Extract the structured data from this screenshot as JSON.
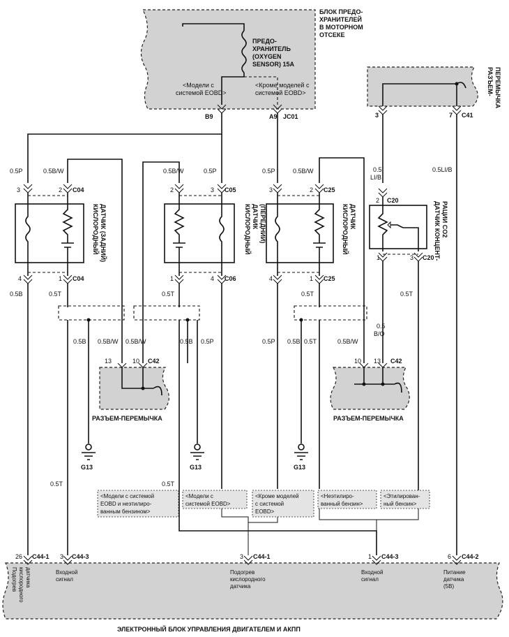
{
  "fuse_block": {
    "title": [
      "БЛОК ПРЕДО-",
      "ХРАНИТЕЛЕЙ",
      "В МОТОРНОМ",
      "ОТСЕКЕ"
    ],
    "fuse_label": [
      "ПРЕДО-",
      "ХРАНИТЕЛЬ",
      "(OXYGEN",
      "SENSOR) 15A"
    ],
    "variant_left": [
      "<Модели с",
      "системой EOBD>"
    ],
    "variant_right": [
      "<Кроме моделей с",
      "системой EOBD>"
    ],
    "pin_left": "B9",
    "pin_right": "A9",
    "connector_right": "JC01"
  },
  "joint_top": {
    "title": [
      "РАЗЪЕМ-",
      "ПЕРЕМЫЧКА"
    ],
    "pin_left": "3",
    "pin_right": "7",
    "connector": "C41"
  },
  "sensors": [
    {
      "name": [
        "КИСЛОРОДНЫЙ",
        "ДАТЧИК (ЗАДНИЙ)"
      ],
      "top_connector": "C04",
      "bottom_connector": "C04",
      "top_pins": [
        "3",
        "2"
      ],
      "bottom_pins": [
        "4",
        "1"
      ],
      "top_wires": [
        "0.5P",
        "0.5B/W"
      ],
      "bottom_wires": [
        "0.5B",
        "0.5T"
      ]
    },
    {
      "name": [
        "КИСЛОРОДНЫЙ",
        "ДАТЧИК",
        "(ПЕРЕДНИЙ)"
      ],
      "top_connector": "C05",
      "bottom_connector": "C06",
      "top_pins": [
        "2",
        "3"
      ],
      "bottom_pins": [
        "1",
        "4"
      ],
      "top_wires": [
        "0.5B/W",
        "0.5P"
      ],
      "bottom_wires": [
        "0.5T",
        ""
      ]
    },
    {
      "name": [
        "КИСЛОРОДНЫЙ",
        "ДАТЧИК"
      ],
      "top_connector": "C25",
      "bottom_connector": "C25",
      "top_pins": [
        "3",
        "2"
      ],
      "bottom_pins": [
        "4",
        "1"
      ],
      "top_wires": [
        "0.5P",
        "0.5B/W"
      ],
      "bottom_wires": [
        "",
        "0.5T"
      ]
    },
    {
      "name": [
        "ДАТЧИК КОНЦЕНТ-",
        "РАЦИИ CO2"
      ],
      "top_connector": "C20",
      "bottom_connector": "C20",
      "top_pins": [
        "2"
      ],
      "bottom_pins": [
        "1",
        "3"
      ],
      "top_wires": [
        "0.5",
        "LI/B"
      ],
      "bottom_wires": [
        "0.5T"
      ]
    }
  ],
  "right_wire": "0.5LI/B",
  "joint_left": {
    "title": "РАЗЪЕМ-ПЕРЕМЫЧКА",
    "pins": [
      "13",
      "10"
    ],
    "connector": "C42",
    "wires": [
      "0.5B",
      "0.5B/W",
      "0.5B/W",
      "0.5B",
      "0.5P"
    ]
  },
  "joint_right": {
    "title": "РАЗЪЕМ-ПЕРЕМЫЧКА",
    "pins": [
      "10",
      "13"
    ],
    "connector": "C42",
    "wires": [
      "0.5P",
      "0.5B",
      "0.5T",
      "0.5B/W",
      "0.5",
      "B/O"
    ]
  },
  "grounds": [
    "G13",
    "G13",
    "G13"
  ],
  "mid_wires": [
    "0.5T",
    "0.5T"
  ],
  "variant_tags": [
    [
      "<Модели с системой",
      "EOBD и неэтилиро-",
      "ванным бензином>"
    ],
    [
      "<Модели с",
      "системой EOBD>"
    ],
    [
      "<Кроме моделей",
      "с системой",
      "EOBD>"
    ],
    [
      "<Неэтилиро-",
      "ванный бензин>"
    ],
    [
      "<Этилирован-",
      "ный бензин>"
    ]
  ],
  "ecu": {
    "title": "ЭЛЕКТРОННЫЙ БЛОК УПРАВЛЕНИЯ ДВИГАТЕЛЕМ И АКПП",
    "pins": [
      {
        "num": "26",
        "conn": "C44-1"
      },
      {
        "num": "3",
        "conn": "C44-3"
      },
      {
        "num": "3",
        "conn": "C44-1"
      },
      {
        "num": "1",
        "conn": "C44-3"
      },
      {
        "num": "6",
        "conn": "C44-2"
      }
    ],
    "functions": [
      [
        "Подогрев",
        "кислородного",
        "датчика"
      ],
      [
        "Входной",
        "сигнал"
      ],
      [
        "Подогрев",
        "кислородного",
        "датчика"
      ],
      [
        "Входной",
        "сигнал"
      ],
      [
        "Питание",
        "датчика",
        "(5В)"
      ]
    ]
  }
}
